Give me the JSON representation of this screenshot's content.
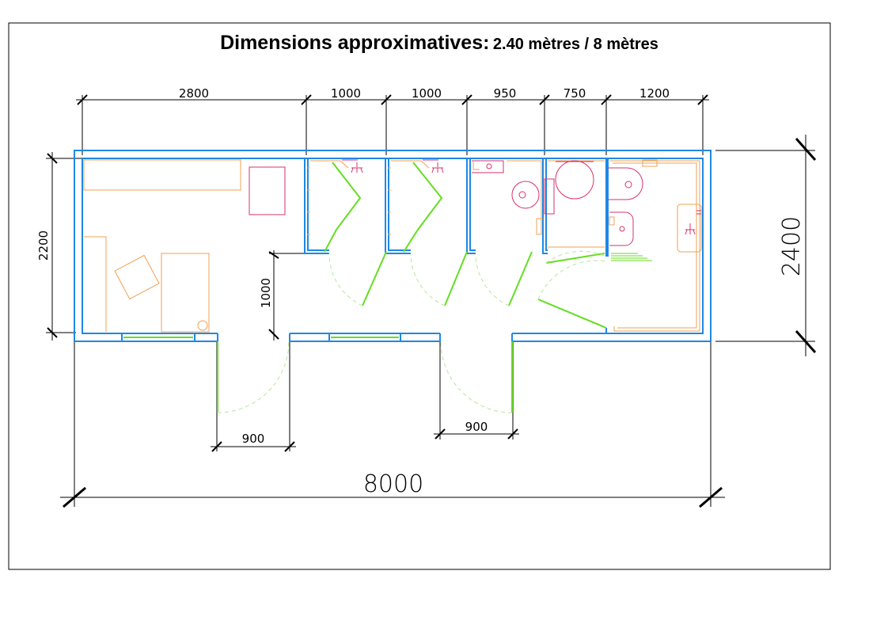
{
  "title": {
    "main": "Dimensions  approximatives:",
    "sub": "2.40 mètres / 8 mètres"
  },
  "dimensions": {
    "top_segments": [
      "2800",
      "1000",
      "1000",
      "950",
      "750",
      "1200"
    ],
    "left_height": "2200",
    "right_height": "2400",
    "corridor": "1000",
    "door_left": "900",
    "door_right": "900",
    "total_length": "8000"
  },
  "colors": {
    "wall": "#1e88e5",
    "furniture": "#f0a050",
    "sanitary": "#d6336c",
    "door_leaf": "#66dd22",
    "door_swing": "#b8e6a0",
    "dimension_line": "#000000"
  }
}
